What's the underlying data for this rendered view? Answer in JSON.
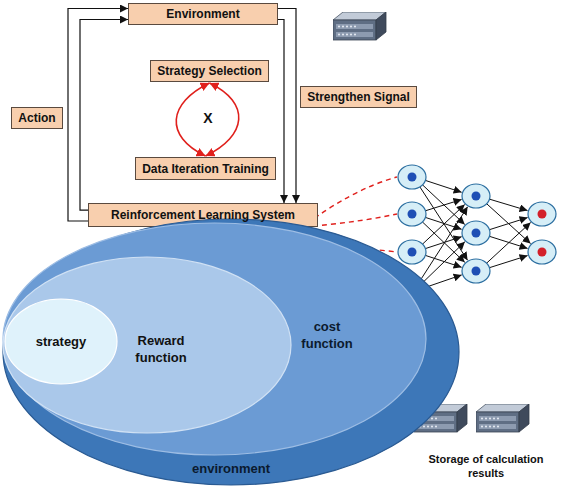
{
  "diagram": {
    "nodes": [
      {
        "text": [
          "Environment"
        ]
      },
      {
        "text": [
          "Strategy Selection"
        ]
      },
      {
        "text": [
          "Data Iteration Training"
        ]
      },
      {
        "text": [
          "Reinforcement Learning System"
        ]
      },
      {
        "text": [
          "Action"
        ]
      },
      {
        "text": [
          "Strengthen Signal"
        ]
      },
      {
        "text": [
          "environment"
        ]
      },
      {
        "text": [
          "cost function"
        ],
        "in": 6
      },
      {
        "text": [
          "Reward function"
        ],
        "in": 7
      },
      {
        "text": [
          "strategy"
        ],
        "in": 8
      }
    ],
    "edges": [
      {
        "from": 3,
        "to": 0,
        "arrow": "to"
      },
      {
        "from": 3,
        "to": 0,
        "arrow": "to"
      },
      {
        "from": 0,
        "to": 3,
        "arrow": "to"
      },
      {
        "from": 0,
        "to": 3,
        "arrow": "to"
      },
      {
        "from": 1,
        "to": 2,
        "arrow": "both"
      },
      {
        "from": 1,
        "to": 2,
        "arrow": "both"
      }
    ],
    "labels": [
      "X",
      "Storage of calculation results"
    ]
  }
}
